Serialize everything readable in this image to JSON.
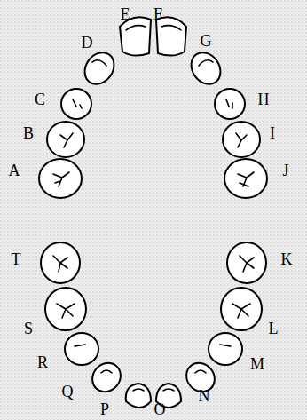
{
  "diagram": {
    "labels": [
      "A",
      "B",
      "C",
      "D",
      "E",
      "F",
      "G",
      "H",
      "I",
      "J",
      "K",
      "L",
      "M",
      "N",
      "O",
      "P",
      "Q",
      "R",
      "S",
      "T"
    ]
  }
}
